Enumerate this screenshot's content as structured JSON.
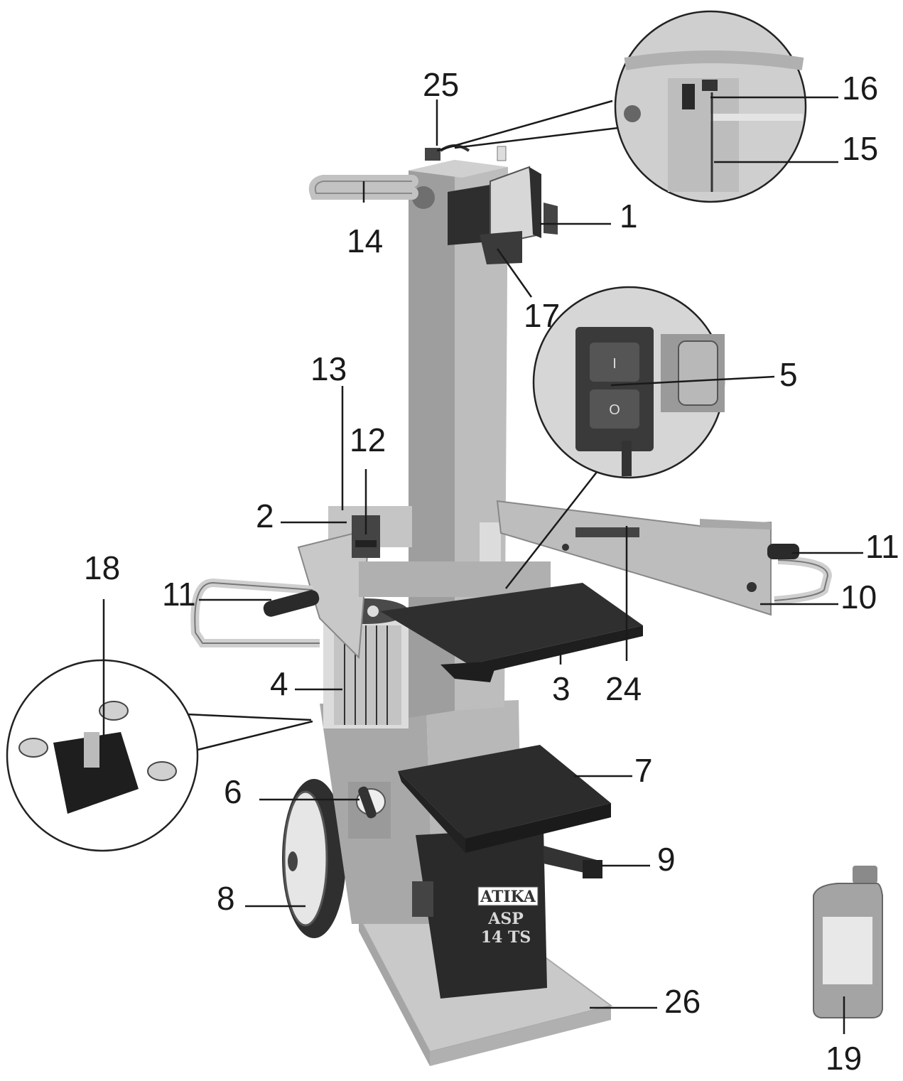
{
  "colors": {
    "column": "#b4b4b4",
    "column_shadow": "#8f8f8f",
    "dark_plate": "#333333",
    "base": "#c9c9c9",
    "text": "#1a1a1a"
  },
  "labels": {
    "l1": "1",
    "l2": "2",
    "l3": "3",
    "l4": "4",
    "l5": "5",
    "l6": "6",
    "l7": "7",
    "l8": "8",
    "l9": "9",
    "l10": "10",
    "l11_left": "11",
    "l11_right": "11",
    "l12": "12",
    "l13": "13",
    "l14": "14",
    "l15": "15",
    "l16": "16",
    "l17": "17",
    "l18": "18",
    "l19": "19",
    "l24": "24",
    "l25": "25",
    "l26": "26"
  },
  "machine_marking": {
    "brand": "ATIKA",
    "model_line1": "ASP",
    "model_line2": "14 TS"
  },
  "switch_symbols": {
    "on": "I",
    "off": "O"
  }
}
